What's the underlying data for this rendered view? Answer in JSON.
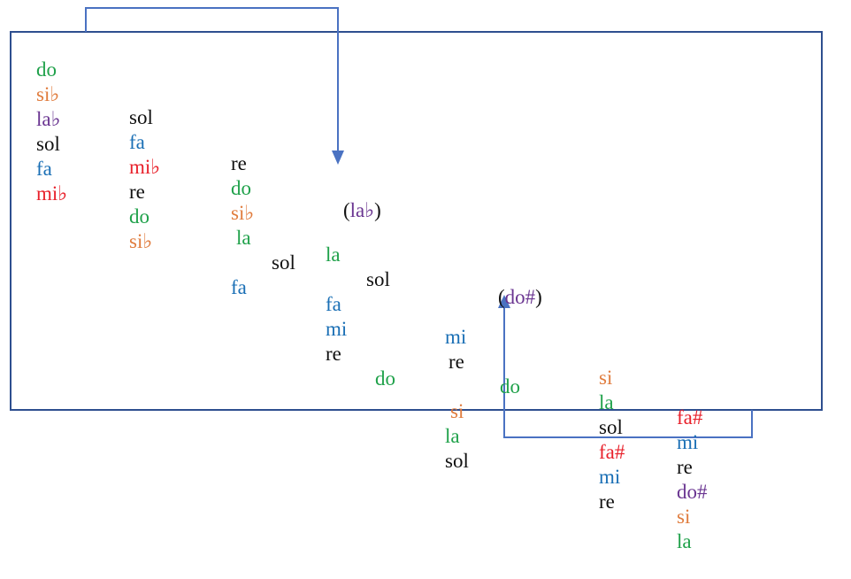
{
  "colors": {
    "green": "#1fa14a",
    "orange": "#e07b3c",
    "purple": "#6a3591",
    "black": "#111111",
    "blue": "#1a6fb5",
    "red": "#e8202a",
    "frame": "#2e4f8f",
    "arrow": "#4a72c2"
  },
  "rows": [
    {
      "tokens": [
        {
          "text": "do",
          "color": "green"
        },
        {
          "text": "si♭",
          "color": "orange"
        },
        {
          "text": "la♭",
          "color": "purple"
        },
        {
          "text": "sol",
          "color": "black"
        },
        {
          "text": "fa",
          "color": "blue"
        },
        {
          "text": "mi♭",
          "color": "red"
        }
      ]
    },
    {
      "tokens": [
        {
          "text": "sol",
          "color": "black"
        },
        {
          "text": "fa",
          "color": "blue"
        },
        {
          "text": "mi♭",
          "color": "red"
        },
        {
          "text": "re",
          "color": "black"
        },
        {
          "text": "do",
          "color": "green"
        },
        {
          "text": "si♭",
          "color": "orange"
        }
      ]
    },
    {
      "tokens": [
        {
          "text": "re",
          "color": "black"
        },
        {
          "text": "do",
          "color": "green"
        },
        {
          "text": "si♭",
          "color": "orange"
        },
        {
          "text": "la",
          "color": "green"
        },
        {
          "text": "sol",
          "color": "black"
        },
        {
          "text": "fa",
          "color": "blue"
        }
      ]
    },
    {
      "tokens": [
        {
          "text": "(",
          "color": "black"
        },
        {
          "text": "la♭",
          "color": "purple"
        },
        {
          "text": ")",
          "color": "black"
        }
      ]
    },
    {
      "tokens": [
        {
          "text": "la",
          "color": "green"
        },
        {
          "text": "sol",
          "color": "black"
        },
        {
          "text": "fa",
          "color": "blue"
        },
        {
          "text": "mi",
          "color": "blue"
        },
        {
          "text": "re",
          "color": "black"
        },
        {
          "text": "do",
          "color": "green"
        }
      ]
    },
    {
      "tokens": [
        {
          "text": "(",
          "color": "black"
        },
        {
          "text": "do#",
          "color": "purple"
        },
        {
          "text": ")",
          "color": "black"
        }
      ]
    },
    {
      "tokens": [
        {
          "text": "mi",
          "color": "blue"
        },
        {
          "text": "re",
          "color": "black"
        },
        {
          "text": "do",
          "color": "green"
        },
        {
          "text": "si",
          "color": "orange"
        },
        {
          "text": "la",
          "color": "green"
        },
        {
          "text": "sol",
          "color": "black"
        }
      ]
    },
    {
      "tokens": [
        {
          "text": "si",
          "color": "orange"
        },
        {
          "text": "la",
          "color": "green"
        },
        {
          "text": "sol",
          "color": "black"
        },
        {
          "text": "fa#",
          "color": "red"
        },
        {
          "text": "mi",
          "color": "blue"
        },
        {
          "text": "re",
          "color": "black"
        }
      ]
    },
    {
      "tokens": [
        {
          "text": "fa#",
          "color": "red"
        },
        {
          "text": "mi",
          "color": "blue"
        },
        {
          "text": "re",
          "color": "black"
        },
        {
          "text": "do#",
          "color": "purple"
        },
        {
          "text": "si",
          "color": "orange"
        },
        {
          "text": "la",
          "color": "green"
        }
      ]
    }
  ]
}
